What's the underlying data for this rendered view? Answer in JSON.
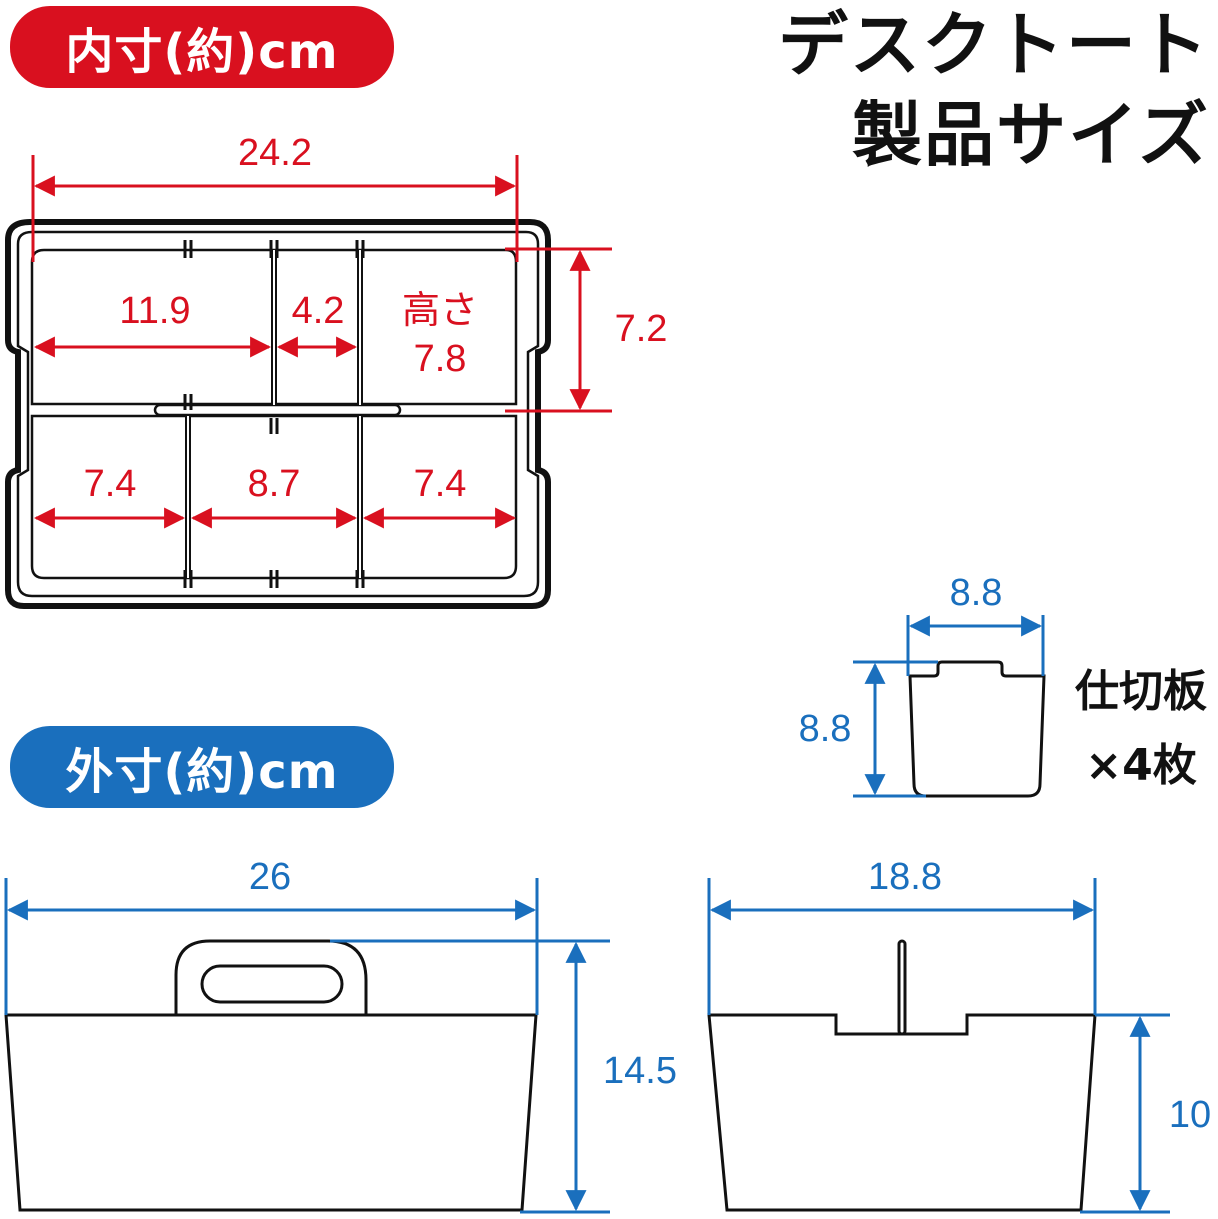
{
  "header": {
    "title_line1": "デスクトート",
    "title_line2": "製品サイズ"
  },
  "sections": {
    "inner_label": "内寸(約)cm",
    "outer_label": "外寸(約)cm"
  },
  "colors": {
    "inner_accent": "#d9101f",
    "outer_accent": "#1a6fbd",
    "outline": "#111111"
  },
  "inner_top_view": {
    "total_width": "24.2",
    "upper_left_width": "11.9",
    "upper_middle_width": "4.2",
    "height_label": "高さ",
    "height_value": "7.8",
    "depth": "7.2",
    "lower_left_width": "7.4",
    "lower_middle_width": "8.7",
    "lower_right_width": "7.4"
  },
  "divider": {
    "width": "8.8",
    "height": "8.8",
    "caption_line1": "仕切板",
    "caption_line2": "×4枚"
  },
  "outer_front_view": {
    "width": "26",
    "height": "14.5"
  },
  "outer_side_view": {
    "width": "18.8",
    "height": "10"
  }
}
